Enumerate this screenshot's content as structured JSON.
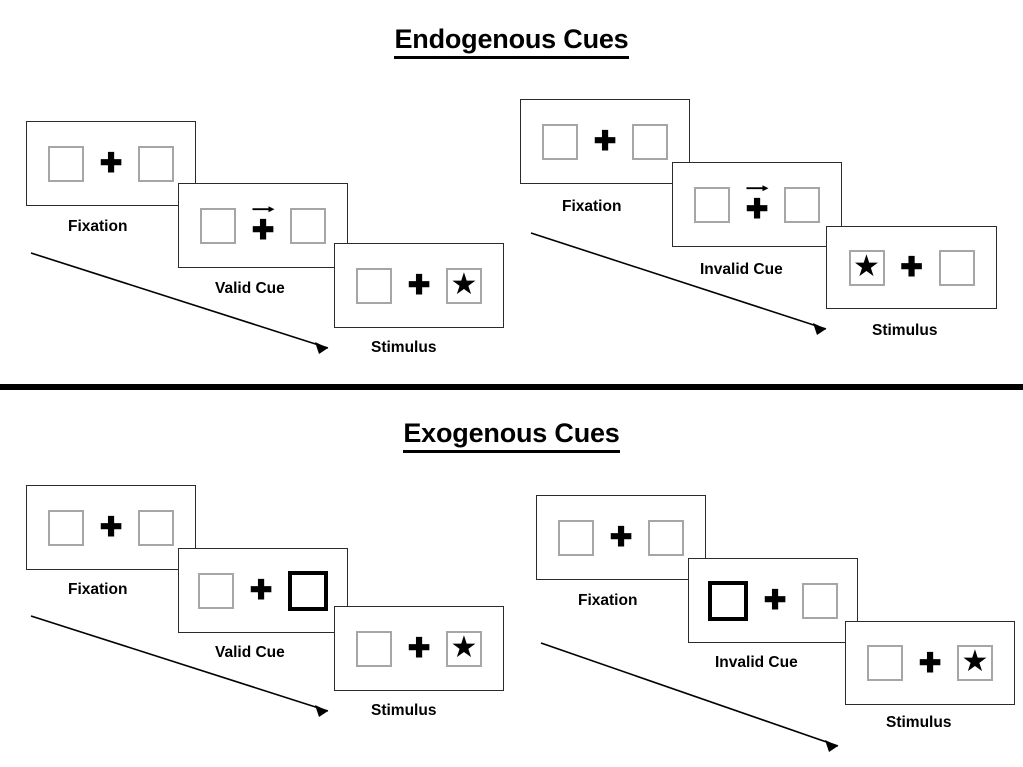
{
  "figure": {
    "sections": [
      {
        "id": "endogenous",
        "title": "Endogenous Cues",
        "columns": [
          {
            "id": "endogenous-valid",
            "cue_type": "central-arrow",
            "frames": [
              {
                "label": "Fixation",
                "left_box": "empty",
                "right_box": "empty",
                "cue": "none"
              },
              {
                "label": "Valid Cue",
                "left_box": "empty",
                "right_box": "empty",
                "cue": "arrow-right"
              },
              {
                "label": "Stimulus",
                "left_box": "empty",
                "right_box": "star",
                "cue": "none"
              }
            ]
          },
          {
            "id": "endogenous-invalid",
            "cue_type": "central-arrow",
            "frames": [
              {
                "label": "Fixation",
                "left_box": "empty",
                "right_box": "empty",
                "cue": "none"
              },
              {
                "label": "Invalid Cue",
                "left_box": "empty",
                "right_box": "empty",
                "cue": "arrow-right"
              },
              {
                "label": "Stimulus",
                "left_box": "star",
                "right_box": "empty",
                "cue": "none"
              }
            ]
          }
        ]
      },
      {
        "id": "exogenous",
        "title": "Exogenous Cues",
        "columns": [
          {
            "id": "exogenous-valid",
            "cue_type": "peripheral-box",
            "frames": [
              {
                "label": "Fixation",
                "left_box": "empty",
                "right_box": "empty",
                "cue": "none"
              },
              {
                "label": "Valid Cue",
                "left_box": "empty",
                "right_box": "cued",
                "cue": "box-highlight-right"
              },
              {
                "label": "Stimulus",
                "left_box": "empty",
                "right_box": "star",
                "cue": "none"
              }
            ]
          },
          {
            "id": "exogenous-invalid",
            "cue_type": "peripheral-box",
            "frames": [
              {
                "label": "Fixation",
                "left_box": "empty",
                "right_box": "empty",
                "cue": "none"
              },
              {
                "label": "Invalid Cue",
                "left_box": "cued",
                "right_box": "empty",
                "cue": "box-highlight-left"
              },
              {
                "label": "Stimulus",
                "left_box": "empty",
                "right_box": "star",
                "cue": "none"
              }
            ]
          }
        ]
      }
    ],
    "glyphs": {
      "fixation_plus": "✚",
      "target_star": "★"
    },
    "colors": {
      "ink": "#000000",
      "panel_border": "#2b2b2b",
      "box_border": "#a6a6a6",
      "cued_box_border": "#000000",
      "background": "#ffffff"
    }
  }
}
